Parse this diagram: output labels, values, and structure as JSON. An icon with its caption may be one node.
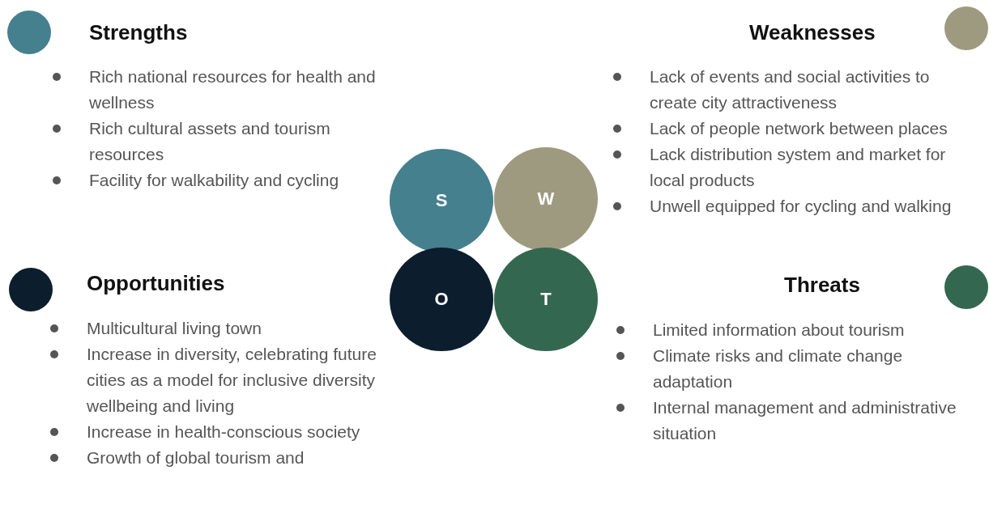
{
  "diagram": {
    "nodes": [
      {
        "text": [
          "S"
        ]
      },
      {
        "text": [
          "W"
        ]
      },
      {
        "text": [
          "O"
        ]
      },
      {
        "text": [
          "T"
        ]
      }
    ],
    "labels": [
      "Strengths",
      "Rich national resources for health and wellness",
      "Rich cultural assets and tourism resources",
      "Facility for walkability and cycling",
      "Weaknesses",
      "Lack of events and social activities to create city attractiveness",
      "Lack of people network between places",
      "Lack distribution system and market for local products",
      "Unwell equipped for cycling and walking",
      "Opportunities",
      "Multicultural living town",
      "Increase in diversity, celebrating future cities as a model for inclusive diversity wellbeing and living",
      "Increase in health-conscious society",
      "Growth of global tourism and",
      "Threats",
      "Limited information about tourism",
      "Climate risks and climate change adaptation",
      "Internal management and administrative situation"
    ]
  }
}
